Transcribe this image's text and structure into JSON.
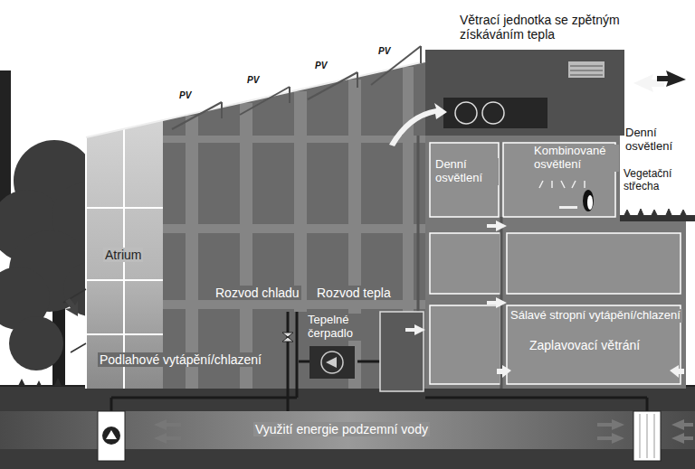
{
  "diagram": {
    "labels": [
      "Větrací jednotka se zpětným získáváním tepla",
      "PV",
      "PV",
      "PV",
      "PV",
      "Denní osvětlení",
      "Kombinované osvětlení",
      "Denní osvětlení",
      "Vegetační střecha",
      "Atrium",
      "Rozvod chladu",
      "Rozvod tepla",
      "Tepelné čerpadlo",
      "Sálavé stropní vytápění/chlazení",
      "Zaplavovací větrání",
      "Podlahové vytápění/chlazení",
      "Využití energie podzemní vody"
    ]
  }
}
